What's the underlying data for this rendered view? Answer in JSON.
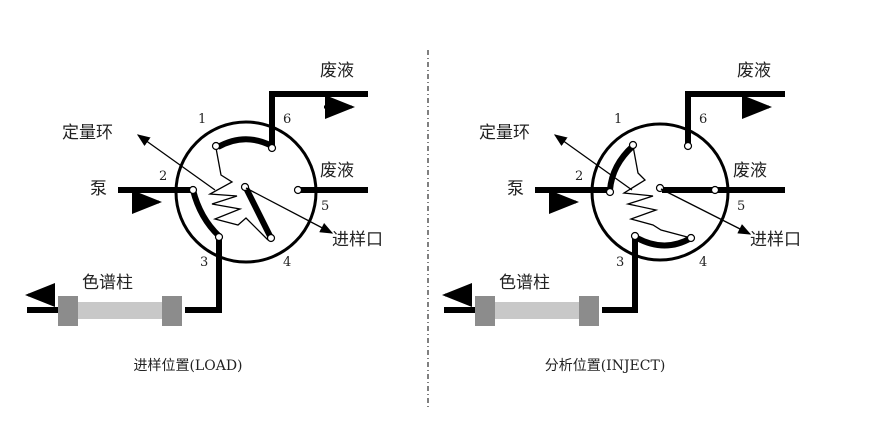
{
  "load": {
    "caption": "进样位置(LOAD)",
    "labels": {
      "waste_top": "废液",
      "waste_right": "废液",
      "loop": "定量环",
      "pump": "泵",
      "inject_port": "进样口",
      "column": "色谱柱"
    },
    "ports": [
      "1",
      "2",
      "3",
      "4",
      "5",
      "6"
    ]
  },
  "inject": {
    "caption": "分析位置(INJECT)",
    "labels": {
      "waste_top": "废液",
      "waste_right": "废液",
      "loop": "定量环",
      "pump": "泵",
      "inject_port": "进样口",
      "column": "色谱柱"
    },
    "ports": [
      "1",
      "2",
      "3",
      "4",
      "5",
      "6"
    ]
  },
  "colors": {
    "column_body": "#c8c8c8",
    "column_cap": "#8c8c8c"
  }
}
